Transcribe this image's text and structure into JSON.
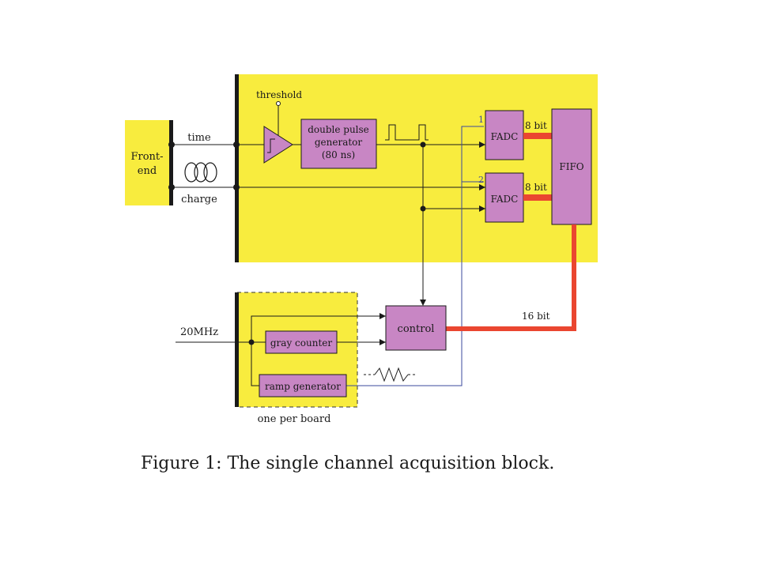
{
  "diagram": {
    "frontend": {
      "line1": "Front-",
      "line2": "end"
    },
    "signals": {
      "time": "time",
      "charge": "charge"
    },
    "threshold": "threshold",
    "pulse_generator": {
      "line1": "double pulse",
      "line2": "generator",
      "line3": "(80 ns)"
    },
    "fadc1": {
      "label": "FADC",
      "input_index": "1",
      "bus": "8 bit"
    },
    "fadc2": {
      "label": "FADC",
      "input_index": "2",
      "bus": "8 bit"
    },
    "fifo": "FIFO",
    "fifo_bus": "16 bit",
    "control": "control",
    "clock_input": "20MHz",
    "gray_counter": "gray counter",
    "ramp_generator": "ramp generator",
    "board_note": "one per board"
  },
  "colors": {
    "yellow_panel": "#f8ec3e",
    "block_fill": "#c886c4",
    "bus_red": "#ea4630",
    "wire": "#1a1a1a",
    "ramp_wire": "#3b4a9e"
  },
  "caption": "Figure 1: The single channel acquisition block."
}
